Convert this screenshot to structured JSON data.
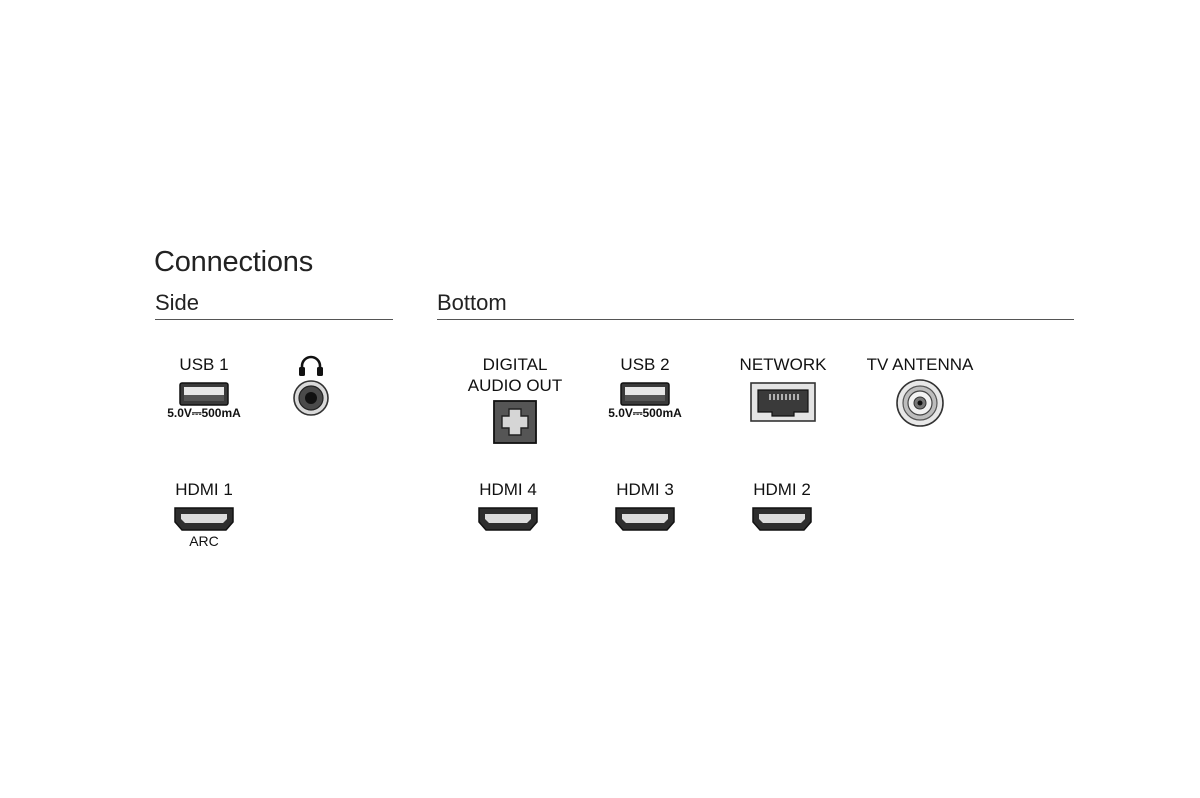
{
  "title": "Connections",
  "sections": {
    "side": {
      "label": "Side",
      "ports": {
        "usb1": {
          "label": "USB 1",
          "rating": "5.0V⎓500mA",
          "icon": "usb-port-icon"
        },
        "headphone": {
          "icon": "headphone-jack-icon"
        },
        "hdmi1": {
          "label": "HDMI 1",
          "sub": "ARC",
          "icon": "hdmi-port-icon"
        }
      }
    },
    "bottom": {
      "label": "Bottom",
      "ports": {
        "digital_audio_out": {
          "label_line1": "DIGITAL",
          "label_line2": "AUDIO OUT",
          "icon": "optical-audio-port-icon"
        },
        "usb2": {
          "label": "USB 2",
          "rating": "5.0V⎓500mA",
          "icon": "usb-port-icon"
        },
        "network": {
          "label": "NETWORK",
          "icon": "ethernet-port-icon"
        },
        "tv_antenna": {
          "label": "TV ANTENNA",
          "icon": "coax-antenna-port-icon"
        },
        "hdmi4": {
          "label": "HDMI 4",
          "icon": "hdmi-port-icon"
        },
        "hdmi3": {
          "label": "HDMI 3",
          "icon": "hdmi-port-icon"
        },
        "hdmi2": {
          "label": "HDMI 2",
          "icon": "hdmi-port-icon"
        }
      }
    }
  }
}
